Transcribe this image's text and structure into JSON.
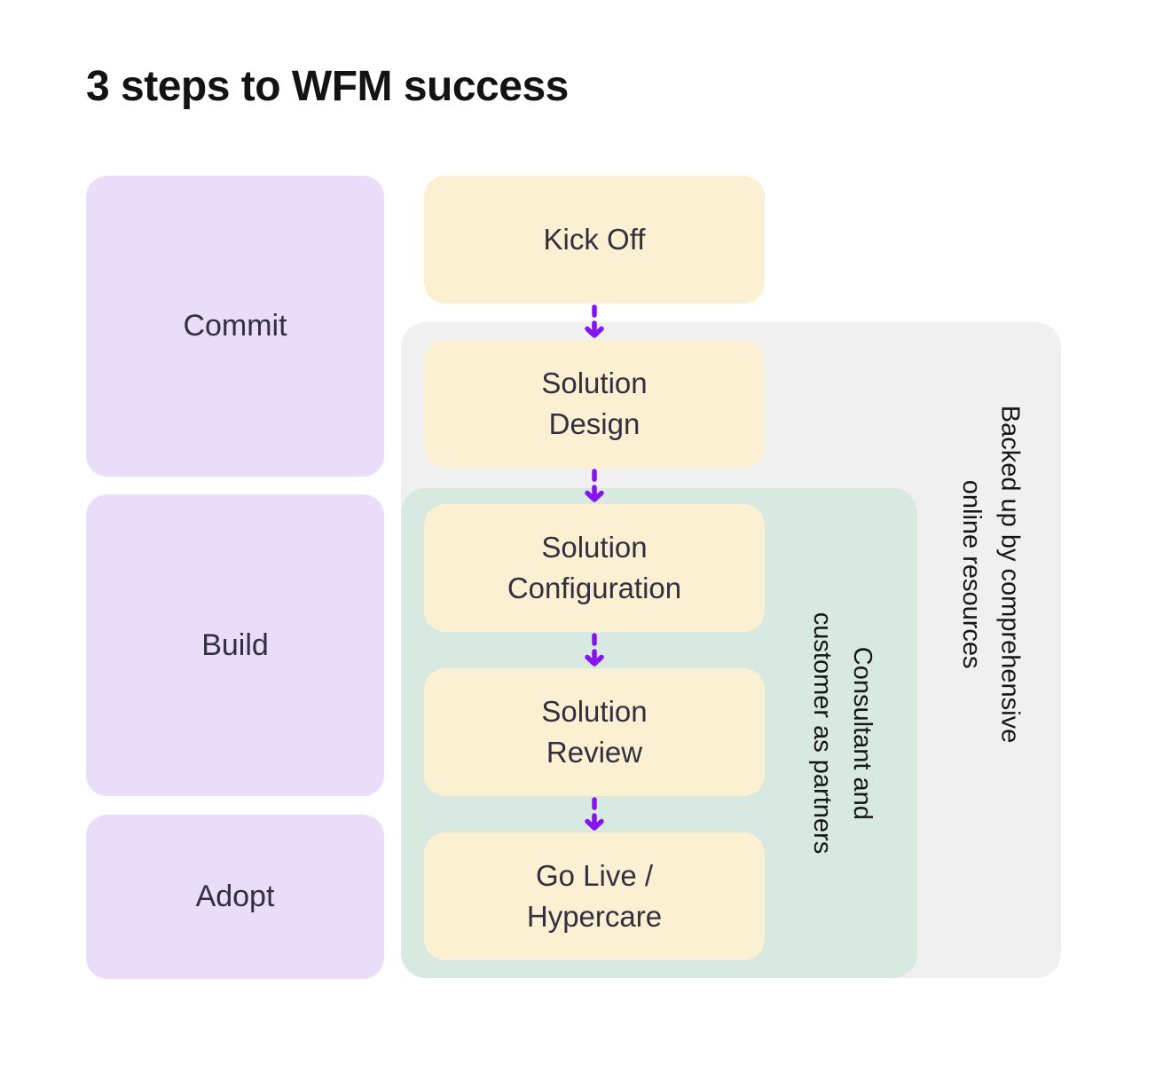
{
  "title": "3 steps to WFM success",
  "phases": [
    {
      "label": "Commit"
    },
    {
      "label": "Build"
    },
    {
      "label": "Adopt"
    }
  ],
  "steps": [
    {
      "label": "Kick Off"
    },
    {
      "label": "Solution\nDesign"
    },
    {
      "label": "Solution\nConfiguration"
    },
    {
      "label": "Solution\nReview"
    },
    {
      "label": "Go Live /\nHypercare"
    }
  ],
  "regions": {
    "partners": {
      "label": "Consultant and\ncustomer as partners"
    },
    "resources": {
      "label": "Backed up by comprehensive\nonline resources"
    }
  },
  "icons": {
    "flow_arrow": "arrow-down"
  },
  "colors": {
    "canvas_bg": "#FFFFFF",
    "title_text": "#131313",
    "phase_box_bg": "#EADDF9",
    "step_box_bg": "#FCF0D2",
    "box_text": "#322F41",
    "resources_region_bg": "#F0F0F1",
    "partners_region_bg": "#D8E9E1",
    "region_text": "#161616",
    "arrow": "#8712F2"
  }
}
